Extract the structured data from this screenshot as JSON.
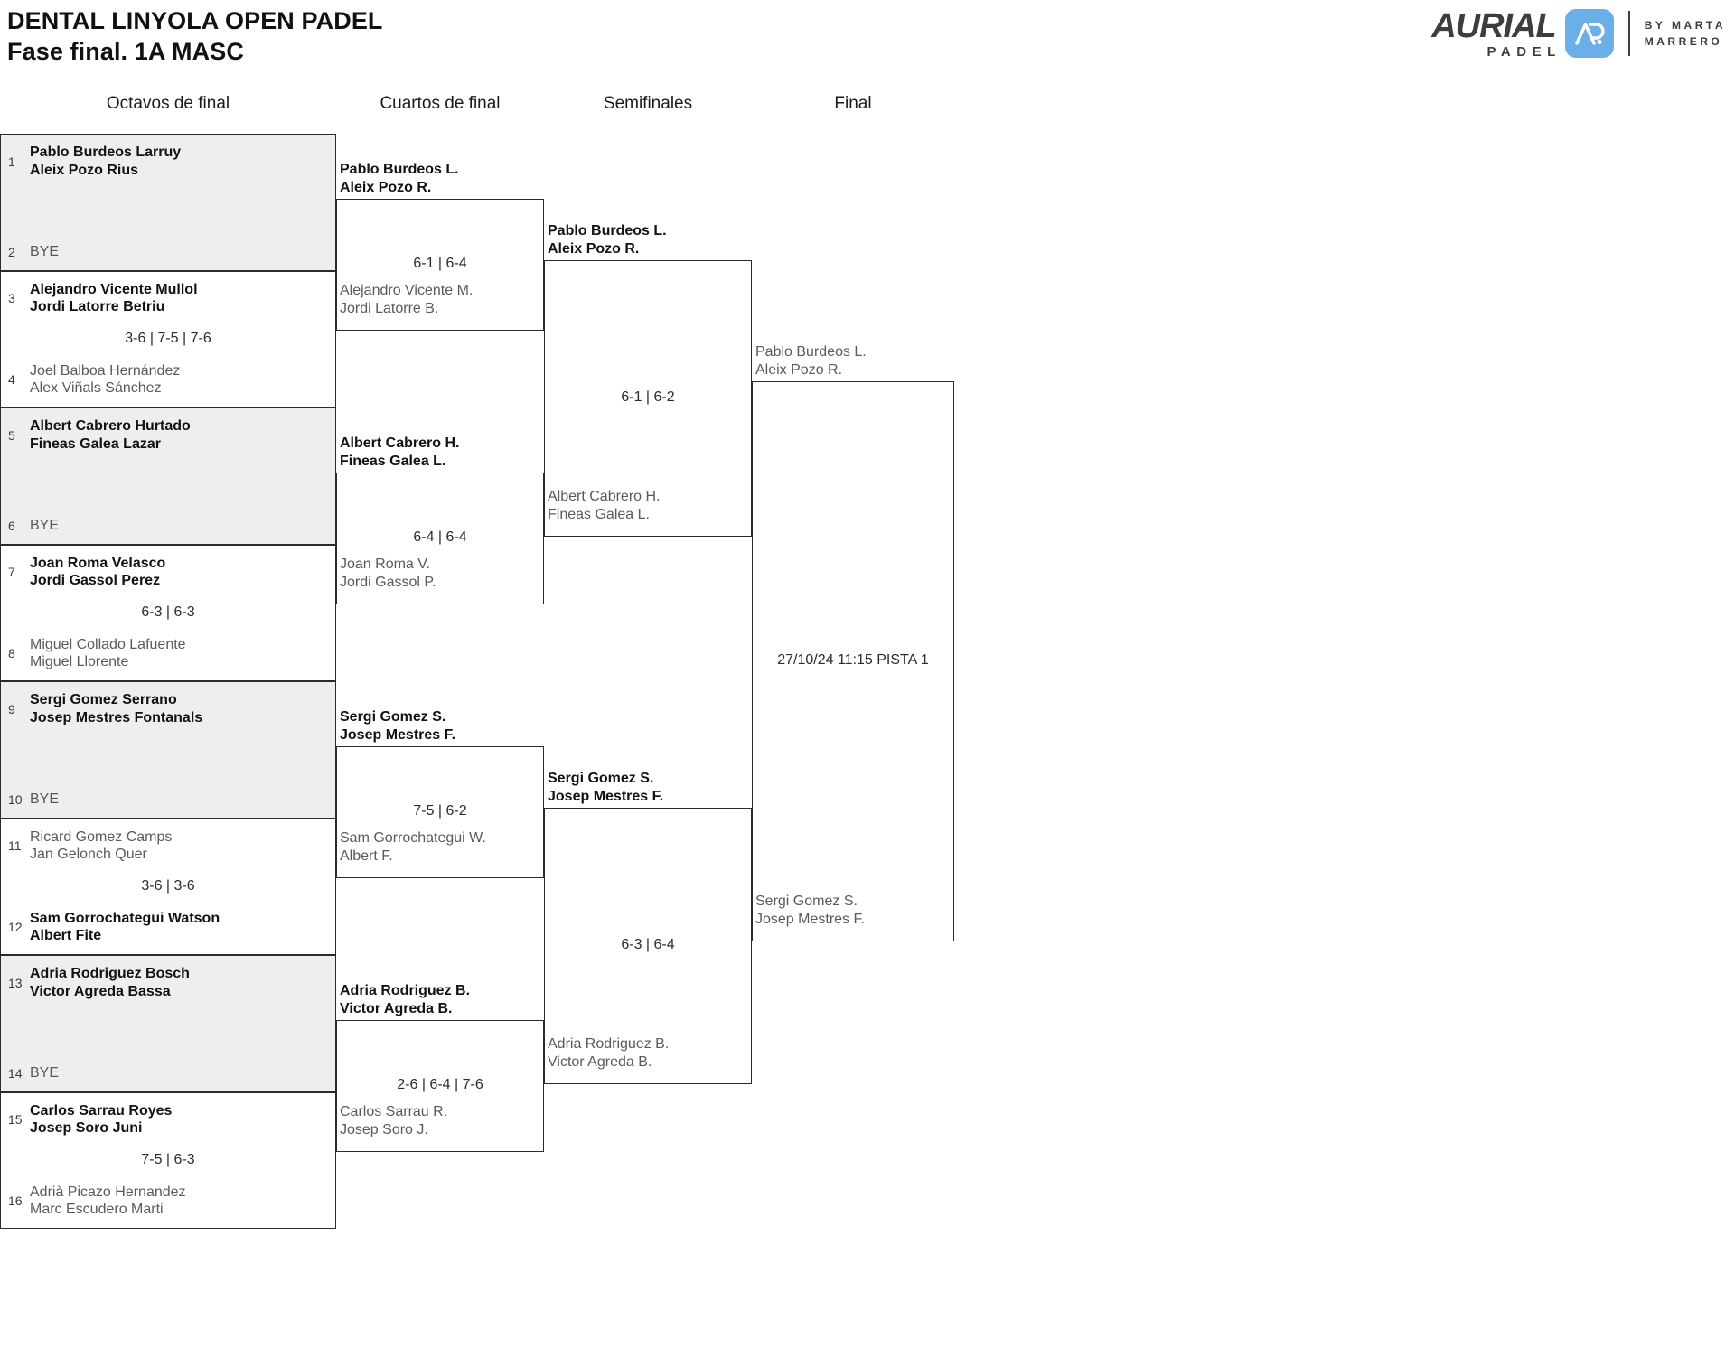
{
  "header": {
    "tournament_name": "DENTAL LINYOLA OPEN PADEL",
    "phase": "Fase final. 1A MASC"
  },
  "logo": {
    "name": "AURIAL",
    "sub": "PADEL",
    "by_line1": "BY MARTA",
    "by_line2": "MARRERO",
    "mark_icon": "aurial-monogram-icon",
    "accent_color": "#6BAEE8",
    "text_color": "#3d3d3d"
  },
  "rounds": {
    "r1_label": "Octavos de final",
    "r2_label": "Cuartos de final",
    "r3_label": "Semifinales",
    "r4_label": "Final"
  },
  "round1": [
    {
      "seed_top": "1",
      "top": "Pablo Burdeos Larruy\nAleix Pozo Rius",
      "seed_bottom": "2",
      "bottom": "BYE",
      "score": "",
      "bye": true,
      "winner": "top"
    },
    {
      "seed_top": "3",
      "top": "Alejandro Vicente Mullol\nJordi Latorre Betriu",
      "seed_bottom": "4",
      "bottom": "Joel Balboa Hernández\nAlex Viñals Sánchez",
      "score": "3-6 | 7-5 | 7-6",
      "bye": false,
      "winner": "top"
    },
    {
      "seed_top": "5",
      "top": "Albert Cabrero Hurtado\nFineas Galea Lazar",
      "seed_bottom": "6",
      "bottom": "BYE",
      "score": "",
      "bye": true,
      "winner": "top"
    },
    {
      "seed_top": "7",
      "top": "Joan Roma Velasco\nJordi Gassol Perez",
      "seed_bottom": "8",
      "bottom": "Miguel Collado Lafuente\nMiguel Llorente",
      "score": "6-3 | 6-3",
      "bye": false,
      "winner": "top"
    },
    {
      "seed_top": "9",
      "top": "Sergi Gomez Serrano\nJosep Mestres Fontanals",
      "seed_bottom": "10",
      "bottom": "BYE",
      "score": "",
      "bye": true,
      "winner": "top"
    },
    {
      "seed_top": "11",
      "top": "Ricard Gomez Camps\nJan Gelonch Quer",
      "seed_bottom": "12",
      "bottom": "Sam Gorrochategui Watson\nAlbert Fite",
      "score": "3-6 | 3-6",
      "bye": false,
      "winner": "bottom"
    },
    {
      "seed_top": "13",
      "top": "Adria Rodriguez Bosch\nVictor Agreda Bassa",
      "seed_bottom": "14",
      "bottom": "BYE",
      "score": "",
      "bye": true,
      "winner": "top"
    },
    {
      "seed_top": "15",
      "top": "Carlos Sarrau Royes\nJosep Soro Juni",
      "seed_bottom": "16",
      "bottom": "Adrià Picazo Hernandez\nMarc Escudero Marti",
      "score": "7-5 | 6-3",
      "bye": false,
      "winner": "top"
    }
  ],
  "round2": [
    {
      "top": "Pablo Burdeos L.\nAleix Pozo R.",
      "bottom": "Alejandro Vicente M.\nJordi Latorre B.",
      "score": "6-1 | 6-4",
      "winner": "top"
    },
    {
      "top": "Albert Cabrero H.\nFineas Galea L.",
      "bottom": "Joan Roma V.\nJordi Gassol P.",
      "score": "6-4 | 6-4",
      "winner": "top"
    },
    {
      "top": "Sergi Gomez S.\nJosep Mestres F.",
      "bottom": "Sam Gorrochategui W.\nAlbert F.",
      "score": "7-5 | 6-2",
      "winner": "top"
    },
    {
      "top": "Adria Rodriguez B.\nVictor Agreda B.",
      "bottom": "Carlos Sarrau R.\nJosep Soro J.",
      "score": "2-6 | 6-4 | 7-6",
      "winner": "top"
    }
  ],
  "round3": [
    {
      "top": "Pablo Burdeos L.\nAleix Pozo R.",
      "bottom": "Albert Cabrero H.\nFineas Galea L.",
      "score": "6-1 | 6-2",
      "winner": "top"
    },
    {
      "top": "Sergi Gomez S.\nJosep Mestres F.",
      "bottom": "Adria Rodriguez B.\nVictor Agreda B.",
      "score": "6-3 | 6-4",
      "winner": "top"
    }
  ],
  "round4": {
    "top": "Pablo Burdeos L.\nAleix Pozo R.",
    "bottom": "Sergi Gomez S.\nJosep Mestres F.",
    "schedule": "27/10/24 11:15 PISTA 1",
    "winner": "none"
  }
}
